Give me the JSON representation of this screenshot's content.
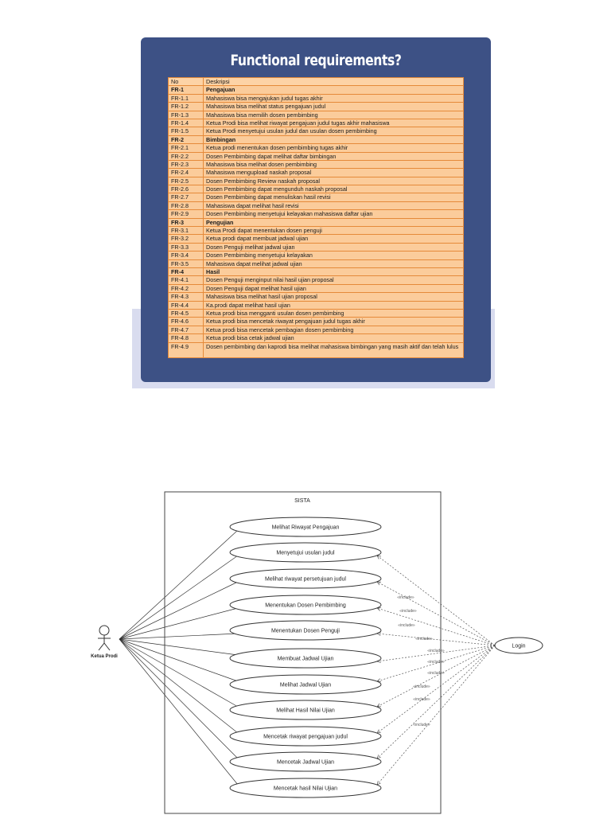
{
  "slide": {
    "title": "Functional requirements?",
    "table_headers": {
      "no": "No",
      "desc": "Deskripsi"
    },
    "rows": [
      {
        "no": "FR-1",
        "desc": "Pengajuan",
        "group": true
      },
      {
        "no": "FR-1.1",
        "desc": "Mahasiswa bisa mengajukan judul tugas akhir"
      },
      {
        "no": "FR-1.2",
        "desc": "Mahasiswa bisa melihat status pengajuan judul"
      },
      {
        "no": "FR-1.3",
        "desc": "Mahasiswa bisa memilih dosen pembimbing"
      },
      {
        "no": "FR-1.4",
        "desc": "Ketua Prodi bisa melihat riwayat pengajuan judul tugas akhir mahasiswa"
      },
      {
        "no": "FR-1.5",
        "desc": "Ketua Prodi menyetujui usulan judul dan usulan dosen pembimbing"
      },
      {
        "no": "FR-2",
        "desc": "Bimbingan",
        "group": true
      },
      {
        "no": "FR-2.1",
        "desc": "Ketua prodi menentukan dosen pembimbing tugas akhir"
      },
      {
        "no": "FR-2.2",
        "desc": "Dosen Pembimbing dapat melihat daftar bimbingan"
      },
      {
        "no": "FR-2.3",
        "desc": "Mahasiswa bisa melihat dosen pembimbing"
      },
      {
        "no": "FR-2.4",
        "desc": "Mahasiswa mengupload naskah proposal"
      },
      {
        "no": "FR-2.5",
        "desc": "Dosen Pembimbing Review naskah proposal"
      },
      {
        "no": "FR-2.6",
        "desc": "Dosen Pembimbing dapat mengunduh naskah proposal"
      },
      {
        "no": "FR-2.7",
        "desc": "Dosen Pembimbing dapat menuliskan hasil revisi"
      },
      {
        "no": "FR-2.8",
        "desc": "Mahasiswa dapat melihat hasil revisi"
      },
      {
        "no": "FR-2.9",
        "desc": "Dosen Pembimbing menyetujui kelayakan mahasiswa daftar ujian"
      },
      {
        "no": "FR-3",
        "desc": "Pengujian",
        "group": true
      },
      {
        "no": "FR-3.1",
        "desc": "Ketua Prodi dapat menentukan dosen penguji"
      },
      {
        "no": "FR-3.2",
        "desc": "Ketua prodi dapat membuat jadwal ujian"
      },
      {
        "no": "FR-3.3",
        "desc": "Dosen Penguji melihat jadwal ujian"
      },
      {
        "no": "FR-3.4",
        "desc": "Dosen Pembimbing menyetujui kelayakan"
      },
      {
        "no": "FR-3.5",
        "desc": "Mahasiswa dapat melihat jadwal ujian"
      },
      {
        "no": "FR-4",
        "desc": "Hasil",
        "group": true
      },
      {
        "no": "FR-4.1",
        "desc": "Dosen Penguji menginput nilai hasil ujian proposal"
      },
      {
        "no": "FR-4.2",
        "desc": "Dosen Penguji dapat melihat hasil ujian"
      },
      {
        "no": "FR-4.3",
        "desc": "Mahasiswa bisa melihat hasil ujian proposal"
      },
      {
        "no": "FR-4.4",
        "desc": "Ka.prodi dapat melihat hasil ujian"
      },
      {
        "no": "FR-4.5",
        "desc": "Ketua prodi bisa mengganti usulan dosen pembimbing"
      },
      {
        "no": "FR-4.6",
        "desc": "Ketua prodi bisa mencetak riwayat pengajuan judul tugas akhir"
      },
      {
        "no": "FR-4.7",
        "desc": "Ketua prodi bisa mencetak pembagian dosen pembimbing"
      },
      {
        "no": "FR-4.8",
        "desc": "Ketua prodi bisa cetak jadwal ujian"
      },
      {
        "no": "FR-4.9",
        "desc": "Dosen pembimbing dan kaprodi bisa melihat mahasiswa bimbingan yang masih aktif dan telah lulus",
        "tall": true
      }
    ]
  },
  "diagram": {
    "system_name": "SISTA",
    "actor": "Ketua Prodi",
    "login": "Login",
    "use_cases": [
      "Melihat Riwayat Pengajuan",
      "Menyetujui usulan judul",
      "Melihat riwayat persetujuan judul",
      "Menentukan Dosen Pembimbing",
      "Menentukan Dosen Penguji",
      "Membuat Jadwal Ujian",
      "Melihat Jadwal Ujian",
      "Melihat  Hasil Nilai Ujian",
      "Mencetak riwayat pengajuan judul",
      "Mencetak Jadwal Ujian",
      "Mencetak hasil Nilai Ujian"
    ],
    "include_label": "«include»",
    "include_labels": [
      "«include»",
      "«include»",
      "«include»",
      "«include»",
      "«include»",
      "«include»",
      "«include»",
      "«include»",
      "«include»",
      "«include»"
    ]
  }
}
